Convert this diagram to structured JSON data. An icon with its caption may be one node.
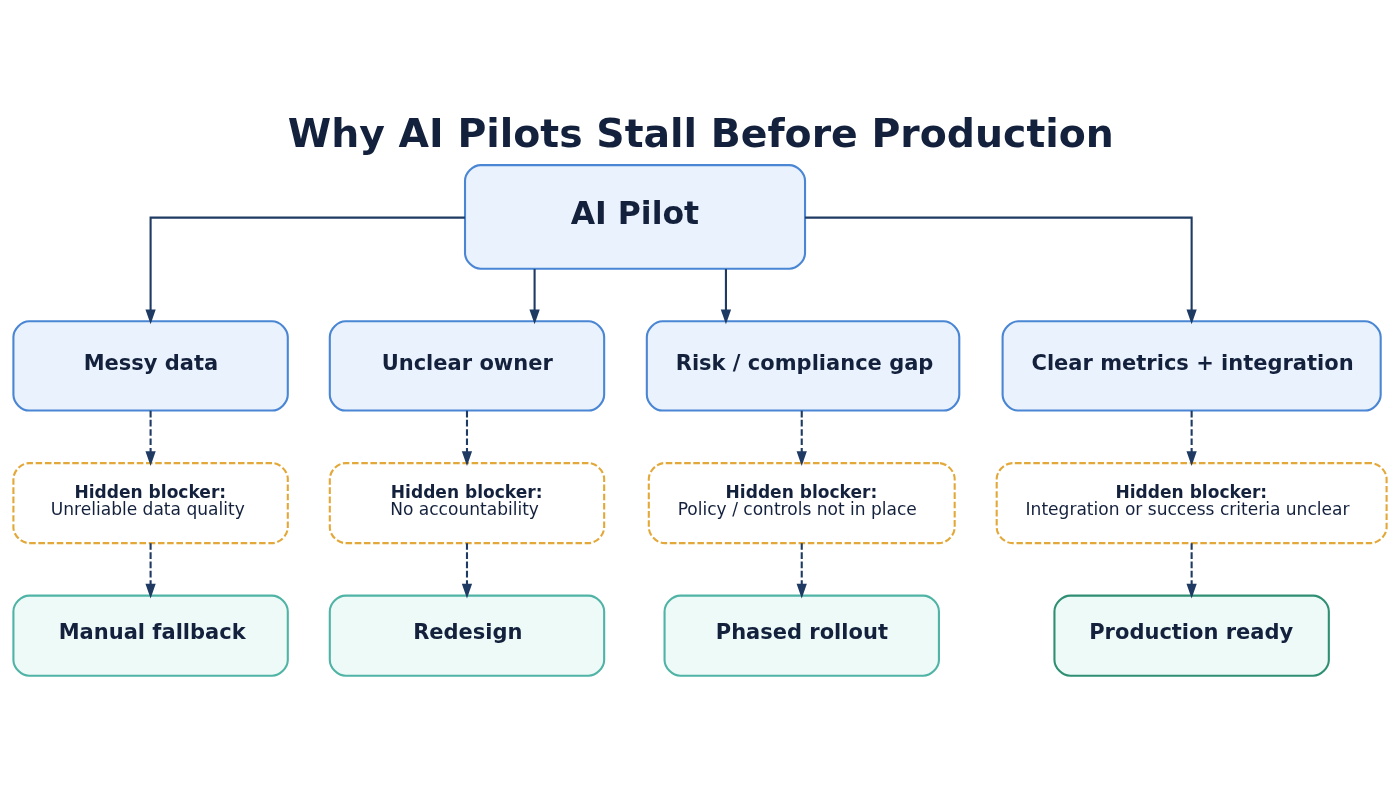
{
  "diagram": {
    "title": "Why AI Pilots Stall Before Production",
    "nodes": [
      {
        "text": [
          "AI Pilot"
        ]
      },
      {
        "text": [
          "Messy data"
        ]
      },
      {
        "text": [
          "Unclear owner"
        ]
      },
      {
        "text": [
          "Risk / compliance gap"
        ]
      },
      {
        "text": [
          "Clear metrics + integration"
        ]
      },
      {
        "text": [
          "Hidden blocker:",
          "Unreliable data quality"
        ]
      },
      {
        "text": [
          "Hidden blocker:",
          "No accountability"
        ]
      },
      {
        "text": [
          "Hidden blocker:",
          "Policy / controls not in place"
        ]
      },
      {
        "text": [
          "Hidden blocker:",
          "Integration or success criteria unclear"
        ]
      },
      {
        "text": [
          "Manual fallback"
        ]
      },
      {
        "text": [
          "Redesign"
        ]
      },
      {
        "text": [
          "Phased rollout"
        ]
      },
      {
        "text": [
          "Production ready"
        ]
      }
    ],
    "edges": [
      {
        "from": 0,
        "to": 1,
        "arrow": "to"
      },
      {
        "from": 0,
        "to": 2,
        "arrow": "to"
      },
      {
        "from": 0,
        "to": 3,
        "arrow": "to"
      },
      {
        "from": 0,
        "to": 4,
        "arrow": "to"
      },
      {
        "from": 1,
        "to": 5,
        "arrow": "to",
        "style": "dashed"
      },
      {
        "from": 2,
        "to": 6,
        "arrow": "to",
        "style": "dashed"
      },
      {
        "from": 3,
        "to": 7,
        "arrow": "to",
        "style": "dashed"
      },
      {
        "from": 4,
        "to": 8,
        "arrow": "to",
        "style": "dashed"
      },
      {
        "from": 5,
        "to": 9,
        "arrow": "to",
        "style": "dashed"
      },
      {
        "from": 6,
        "to": 10,
        "arrow": "to",
        "style": "dashed"
      },
      {
        "from": 7,
        "to": 11,
        "arrow": "to",
        "style": "dashed"
      },
      {
        "from": 8,
        "to": 12,
        "arrow": "to",
        "style": "dashed"
      }
    ]
  }
}
